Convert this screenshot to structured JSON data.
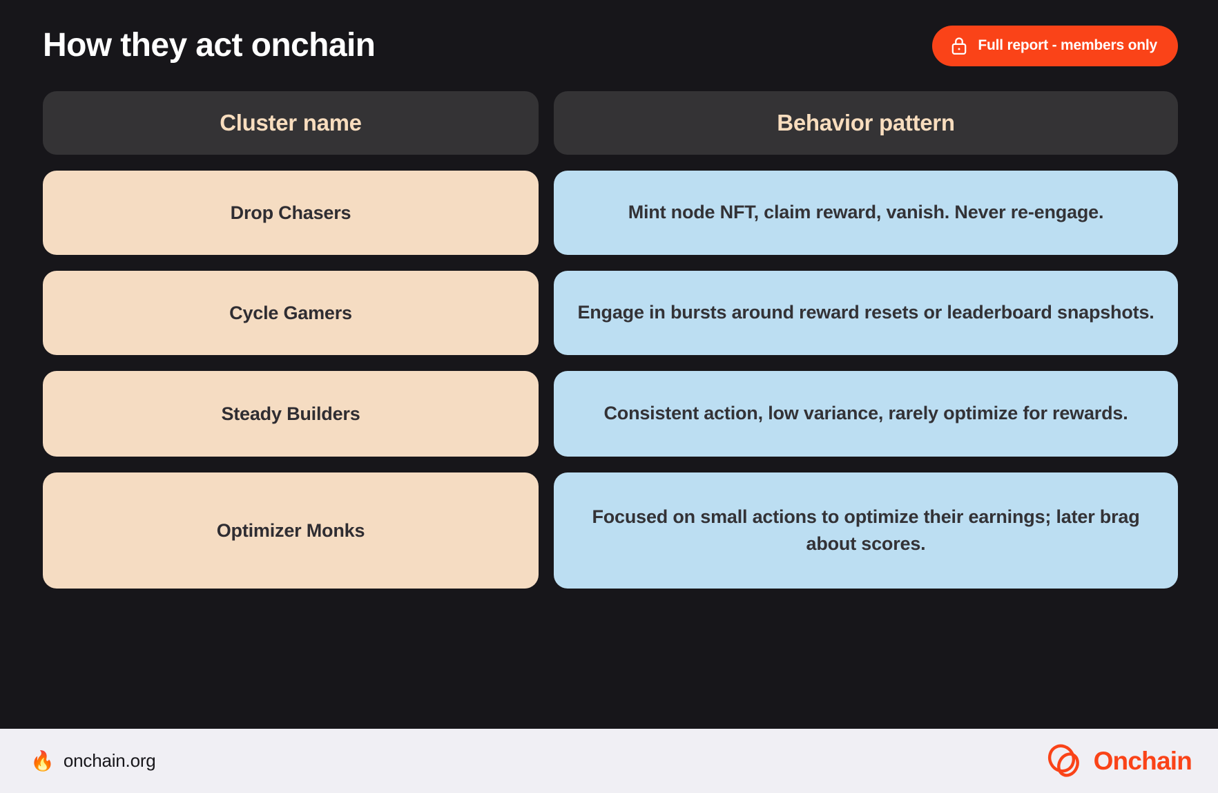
{
  "header": {
    "title": "How they act onchain",
    "badge": {
      "label": "Full report - members only",
      "icon": "lock-icon",
      "color": "#FA4318"
    }
  },
  "table": {
    "columns": [
      "Cluster name",
      "Behavior pattern"
    ],
    "rows": [
      {
        "cluster_name": "Drop Chasers",
        "behavior_pattern": "Mint node NFT, claim reward, vanish. Never re-engage."
      },
      {
        "cluster_name": "Cycle Gamers",
        "behavior_pattern": "Engage in bursts around reward resets or leaderboard snapshots."
      },
      {
        "cluster_name": "Steady Builders",
        "behavior_pattern": "Consistent action, low variance, rarely optimize for rewards."
      },
      {
        "cluster_name": "Optimizer Monks",
        "behavior_pattern": "Focused on small actions to optimize their earnings; later brag about scores."
      }
    ]
  },
  "footer": {
    "flame_icon": "🔥",
    "site": "onchain.org",
    "logo_text": "Onchain",
    "logo_mark": "onchain-loop-icon"
  },
  "colors": {
    "background": "#17161A",
    "header_cell": "#343335",
    "header_text": "#F8DDBE",
    "name_cell": "#F5DCC2",
    "pattern_cell": "#BCDEF2",
    "cell_text": "#2F2D32",
    "accent": "#FA4318",
    "footer_bg": "#F0EFF4"
  }
}
